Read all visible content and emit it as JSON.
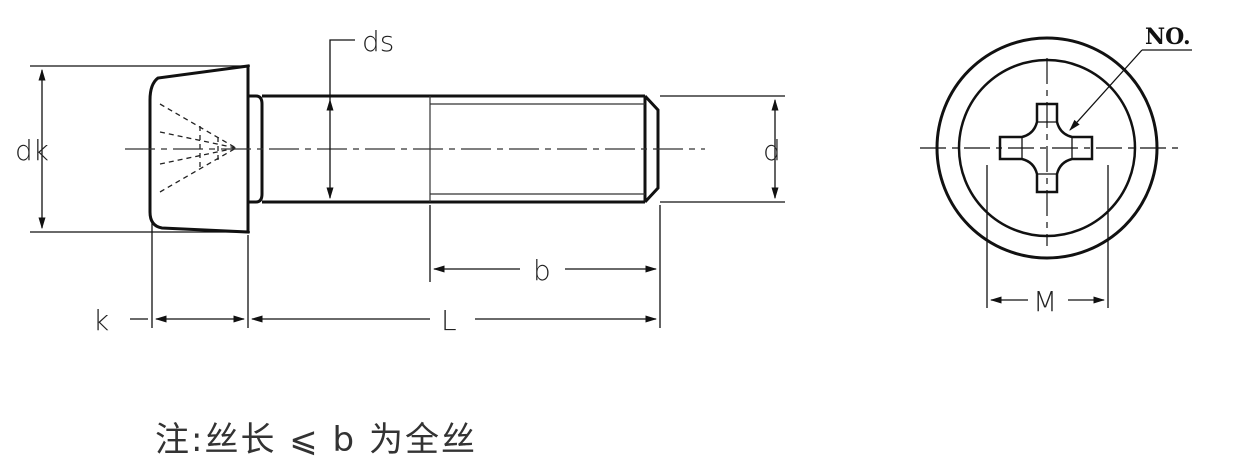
{
  "labels": {
    "ds": "ds",
    "dk": "dk",
    "d": "d",
    "b": "b",
    "k": "k",
    "L": "L",
    "M": "M",
    "no": "NO."
  },
  "note": "注:丝长 ⩽ b 为全丝"
}
